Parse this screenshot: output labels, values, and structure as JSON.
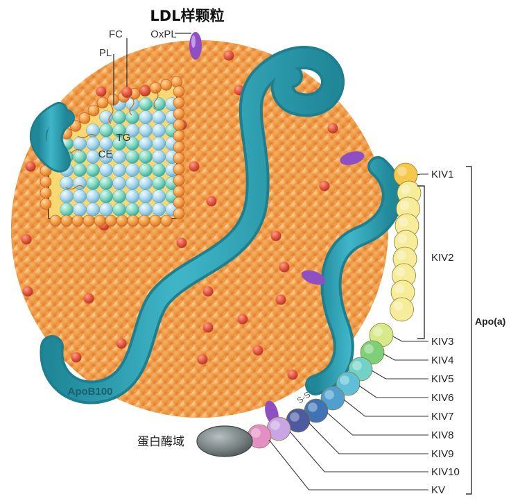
{
  "title": "LDL样颗粒",
  "labels": {
    "fc": "FC",
    "oxpl": "OxPL",
    "pl": "PL",
    "tg": "TG",
    "ce": "CE",
    "apob100": "ApoB100",
    "protease": "蛋白酶域",
    "apoa": "Apo(a)",
    "disulfide": "S-S"
  },
  "kringles": [
    "KIV1",
    "KIV2",
    "KIV3",
    "KIV4",
    "KIV5",
    "KIV6",
    "KIV7",
    "KIV8",
    "KIV9",
    "KIV10",
    "KV"
  ],
  "colors": {
    "particle": "#f59a3e",
    "particle_dark": "#d9762a",
    "fc": "#e2553c",
    "apob100": "#2aa1b4",
    "core_yellow": "#f7d873",
    "tg_bead": "#7dd7c1",
    "ce_bead": "#a8d8ee",
    "oxpl": "#8e4fc2",
    "kiv2": "#f6ec9a",
    "kiv1": "#f4c84a",
    "kiv3": "#d8e98a",
    "kiv4": "#7ecf7a",
    "kiv5": "#73d2c8",
    "kiv6": "#5fbfd6",
    "kiv7": "#4f9fcf",
    "kiv8": "#3f73b3",
    "kiv9": "#4c5aa0",
    "kiv10": "#c9a6e3",
    "kv": "#e48fc4",
    "protease": "#7b8585"
  }
}
